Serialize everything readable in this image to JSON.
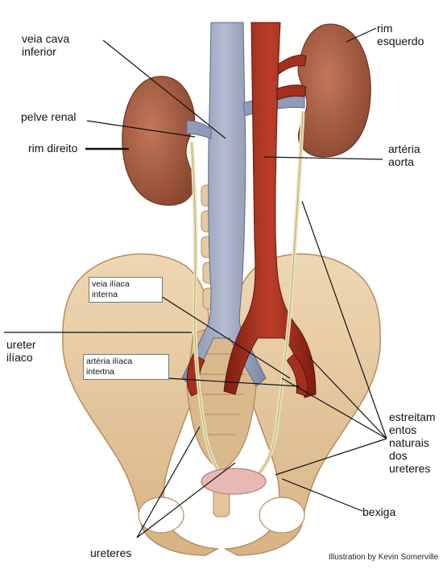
{
  "labels": {
    "veia_cava": "veia cava\ninferior",
    "pelve_renal": "pelve renal",
    "rim_direito": "rim direito",
    "rim_esquerdo": "rim\nesquerdo",
    "arteria_aorta": "artéria\naorta",
    "veia_iliaca_interna": "veia ilíaca\ninterna",
    "ureter_iliaco": "ureter\nilíaco",
    "arteria_iliaca_interna": "artéria ilíaca\nintertna",
    "estreitamentos": "estreitam\nentos\nnaturais\ndos\nureteres",
    "bexiga": "bexiga",
    "ureteres": "ureteres"
  },
  "credit": "Illustration by Kevin Somerville",
  "colors": {
    "vein": "#8f9bb8",
    "artery": "#a3301f",
    "kidney": "#a55a3e",
    "bone": "#e6c9a0",
    "ureter": "#e9e2b8",
    "bladder": "#e8b8b4"
  }
}
